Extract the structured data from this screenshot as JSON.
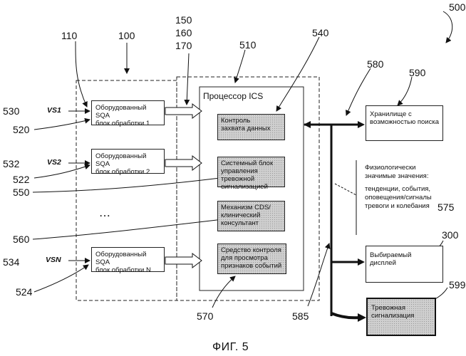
{
  "ref_labels": {
    "n500": "500",
    "n110": "110",
    "n100": "100",
    "n150": "150",
    "n160": "160",
    "n170": "170",
    "n510": "510",
    "n540": "540",
    "n580": "580",
    "n590": "590",
    "n530": "530",
    "n520": "520",
    "n532": "532",
    "n522": "522",
    "n550": "550",
    "n575": "575",
    "n560": "560",
    "n300": "300",
    "n534": "534",
    "n524": "524",
    "n599": "599",
    "n570": "570",
    "n585": "585"
  },
  "signals": {
    "vs1": "VS1",
    "vs2": "VS2",
    "vsn": "VSN"
  },
  "sqa_blocks": [
    {
      "line1": "Оборудованный SQA",
      "line2": "блок обработки 1"
    },
    {
      "line1": "Оборудованный SQA",
      "line2": "блок обработки 2"
    },
    {
      "line1": "Оборудованный SQA",
      "line2": "блок обработки N"
    }
  ],
  "ellipsis": "...",
  "processor": {
    "title": "Процессор ICS",
    "modules": [
      {
        "line1": "Контроль",
        "line2": "захвата данных",
        "line3": ""
      },
      {
        "line1": "Системный блок",
        "line2": "управления тревожной",
        "line3": "сигнализацией"
      },
      {
        "line1": "Механизм CDS/",
        "line2": "клинический",
        "line3": "консультант"
      },
      {
        "line1": "Средство контроля",
        "line2": "для просмотра",
        "line3": "признаков событий"
      }
    ]
  },
  "storage": {
    "line1": "Хранилище с",
    "line2": "возможностью поиска"
  },
  "physio": {
    "line1": "Физиологически",
    "line2": "значимые значения:",
    "line3": "тенденции, события,",
    "line4": "оповещения/сигналы",
    "line5": "тревоги и колебания"
  },
  "display": {
    "line1": "Выбираемый",
    "line2": "дисплей"
  },
  "alarm": {
    "line1": "Тревожная",
    "line2": "сигнализация"
  },
  "figure_caption": "ФИГ. 5"
}
